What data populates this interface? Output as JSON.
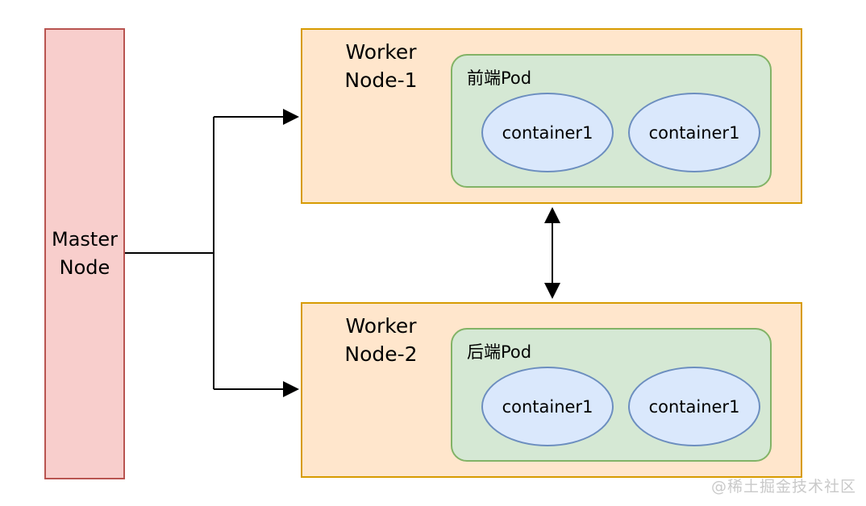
{
  "diagram": {
    "master": {
      "label_line1": "Master",
      "label_line2": "Node"
    },
    "workers": [
      {
        "name_line1": "Worker",
        "name_line2": "Node-1",
        "pod": {
          "label": "前端Pod",
          "containers": [
            "container1",
            "container1"
          ]
        }
      },
      {
        "name_line1": "Worker",
        "name_line2": "Node-2",
        "pod": {
          "label": "后端Pod",
          "containers": [
            "container1",
            "container1"
          ]
        }
      }
    ],
    "connections": [
      "master-to-worker-node-1",
      "master-to-worker-node-2",
      "worker-node-1-to-worker-node-2-bidirectional"
    ],
    "watermark": "@稀土掘金技术社区",
    "colors": {
      "master_fill": "#F8CECC",
      "master_border": "#B85450",
      "node_fill": "#FFE6CC",
      "node_border": "#D79B00",
      "pod_fill": "#D5E8D4",
      "pod_border": "#82B366",
      "container_fill": "#DAE8FC",
      "container_border": "#6C8EBF",
      "arrow": "#000000",
      "watermark_text": "#c9c9c9"
    }
  }
}
